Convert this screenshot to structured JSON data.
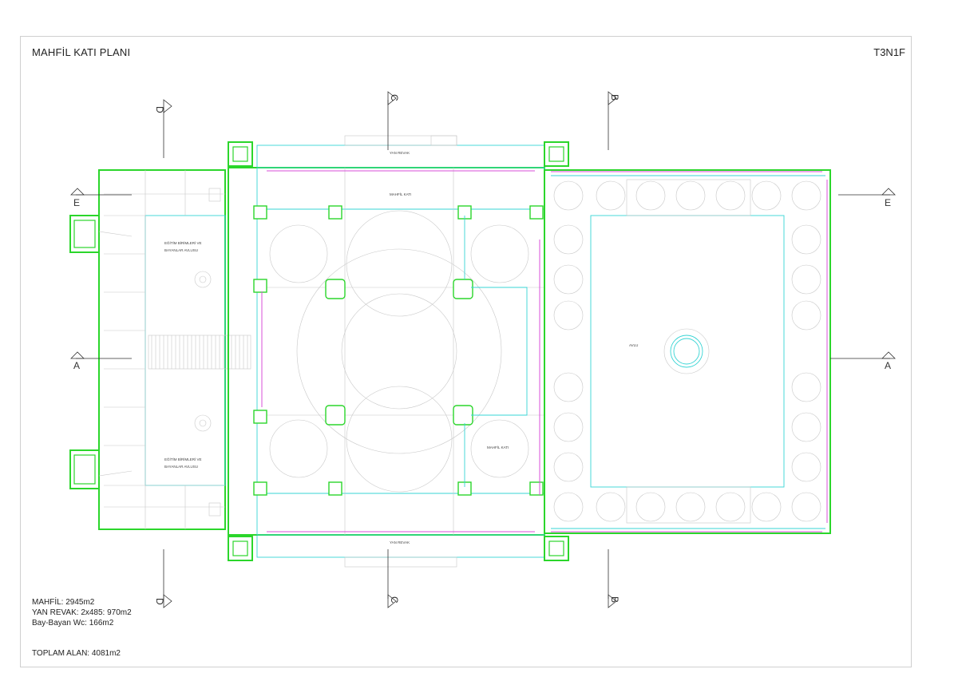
{
  "header": {
    "title": "MAHFİL KATI PLANI",
    "code": "T3N1F"
  },
  "stats": {
    "lines": [
      "MAHFİL: 2945m2",
      "YAN REVAK: 2x485: 970m2",
      "Bay-Bayan Wc: 166m2"
    ],
    "total": "TOPLAM ALAN: 4081m2"
  },
  "sections": {
    "a": "A",
    "b": "B",
    "c": "C",
    "d": "D",
    "e": "E"
  },
  "rooms": {
    "yan_revak": "YAN REVAK",
    "mahfil_kati": "MAHFİL KATI",
    "egitim": "EĞİTİM BİRİMLERİ VE",
    "bayanlar": "BAYANLAR AVLUSU",
    "avlu": "AVLU"
  },
  "colors": {
    "wall": "#2bd62b",
    "detail": "#37d4d4",
    "window": "#d84fd8",
    "grid": "#c8c8c8"
  }
}
